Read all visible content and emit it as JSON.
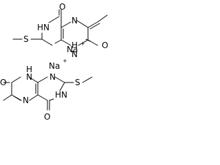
{
  "structure": {
    "colors": {
      "ink": "#000000",
      "background": "#ffffff"
    },
    "molecule_top": {
      "atoms": {
        "o_top": "O",
        "n_ring_top": "N",
        "nh_left": "HN",
        "s_thio": "S",
        "nh_bottom": "H",
        "n_bottom": "N",
        "o_right": "O"
      },
      "bottom_nh": "N"
    },
    "ions": {
      "na1": "Na",
      "na1_charge": "+",
      "na2": "Na",
      "na2_charge": "+"
    },
    "molecule_bottom": {
      "atoms": {
        "nh_top_left": "H",
        "n_top_left": "N",
        "o_left": "O",
        "n_ring_mid": "N",
        "s_thio": "S",
        "n_bottom_left": "N",
        "hn_right": "HN",
        "o_bottom": "O"
      }
    }
  }
}
